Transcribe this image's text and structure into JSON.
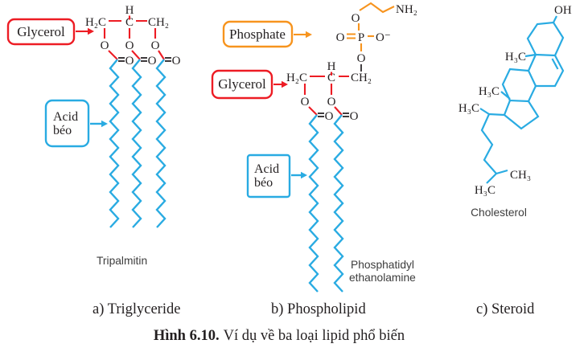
{
  "figure": {
    "caption_bold": "Hình 6.10.",
    "caption_rest": "Ví dụ về ba loại lipid phổ biến"
  },
  "atoms": {
    "H2C": "H₂C",
    "H": "H",
    "C": "C",
    "CH2": "CH₂",
    "O": "O",
    "NH2": "NH₂",
    "P": "P",
    "O_minus": "O⁻",
    "OH": "OH",
    "H3C": "H₃C",
    "CH3": "CH₃"
  },
  "triglyceride": {
    "glycerol_label": "Glycerol",
    "fatty_acid_label_line1": "Acid",
    "fatty_acid_label_line2": "béo",
    "molecule_name": "Tripalmitin",
    "caption": "a) Triglyceride"
  },
  "phospholipid": {
    "phosphate_label": "Phosphate",
    "glycerol_label": "Glycerol",
    "fatty_acid_label_line1": "Acid",
    "fatty_acid_label_line2": "béo",
    "molecule_name_line1": "Phosphatidyl",
    "molecule_name_line2": "ethanolamine",
    "caption": "b) Phospholipid"
  },
  "steroid": {
    "molecule_name": "Cholesterol",
    "caption": "c) Steroid"
  },
  "colors": {
    "red": "#ed1c24",
    "cyan": "#29abe2",
    "orange": "#f7941e",
    "text_black": "#231f20",
    "sans_label_gray": "#3d3d3d"
  }
}
